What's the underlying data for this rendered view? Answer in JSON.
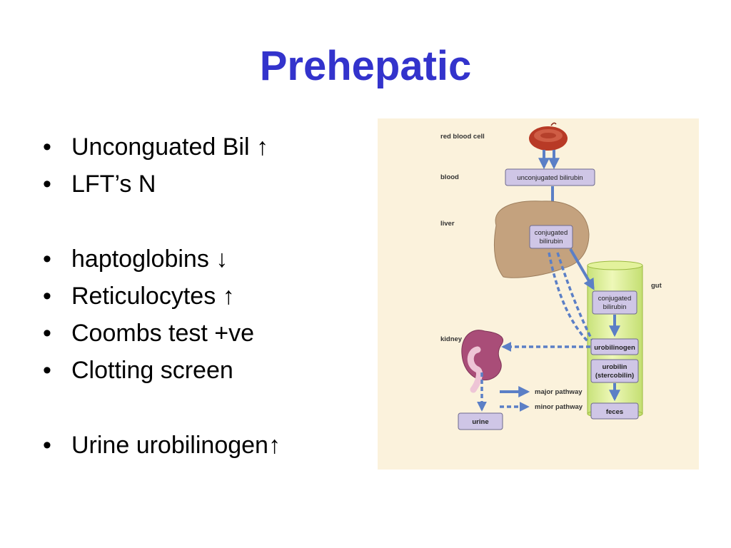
{
  "slide": {
    "title": "Prehepatic",
    "bullets": [
      {
        "text": "Unconguated Bil ↑"
      },
      {
        "text": "LFT’s N"
      },
      {
        "text": "haptoglobins ↓"
      },
      {
        "text": "Reticulocytes ↑"
      },
      {
        "text": "Coombs test +ve"
      },
      {
        "text": "Clotting screen"
      },
      {
        "text": "Urine urobilinogen↑"
      }
    ],
    "bullet_glyph": "•"
  },
  "diagram": {
    "row_labels": {
      "red_blood_cell": "red blood cell",
      "blood": "blood",
      "liver": "liver",
      "gut": "gut",
      "kidney": "kidney"
    },
    "boxes": {
      "unconjugated": "unconjugated bilirubin",
      "conjugated_liver_1": "conjugated",
      "conjugated_liver_2": "bilirubin",
      "conjugated_gut_1": "conjugated",
      "conjugated_gut_2": "bilirubin",
      "urobilinogen": "urobilinogen",
      "urobilin_1": "urobilin",
      "urobilin_2": "(stercobilin)",
      "feces": "feces",
      "urine": "urine"
    },
    "legend": {
      "major": "major pathway",
      "minor": "minor pathway"
    },
    "colors": {
      "background": "#fbf2dc",
      "box_fill": "#cfc6e6",
      "box_stroke": "#6e6a8e",
      "arrow": "#5b7fc6",
      "liver": "#c4a27e",
      "kidney": "#a94d78",
      "gut": "#d6ec86",
      "rbc": "#b83a26"
    }
  }
}
